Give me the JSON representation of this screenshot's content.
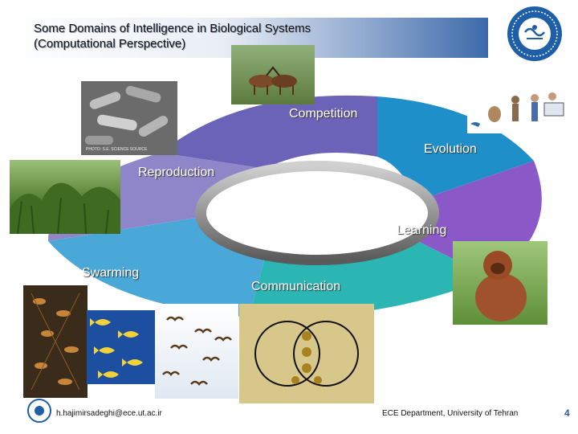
{
  "slide": {
    "title_line1": "Some Domains of Intelligence in Biological Systems",
    "title_line2": "(Computational Perspective)",
    "page_number": "4"
  },
  "cycle": {
    "segments": [
      {
        "label": "Competition",
        "color": "#6b63b8"
      },
      {
        "label": "Evolution",
        "color": "#1f8fc9"
      },
      {
        "label": "Learning",
        "color": "#8a59c7"
      },
      {
        "label": "Communication",
        "color": "#2bb5b3"
      },
      {
        "label": "Swarming",
        "color": "#4aa8d8"
      },
      {
        "label": "Reproduction",
        "color": "#8f86c9"
      }
    ]
  },
  "footer": {
    "email": "h.hajimirsadeghi@ece.ut.ac.ir",
    "department": "ECE Department, University of Tehran"
  },
  "photos": {
    "bacteria_caption": "PHOTO: S.E. SCIENCE SOURCE"
  },
  "colors": {
    "accent": "#2a5ca8",
    "title_band_end": "#3c6aa9"
  }
}
